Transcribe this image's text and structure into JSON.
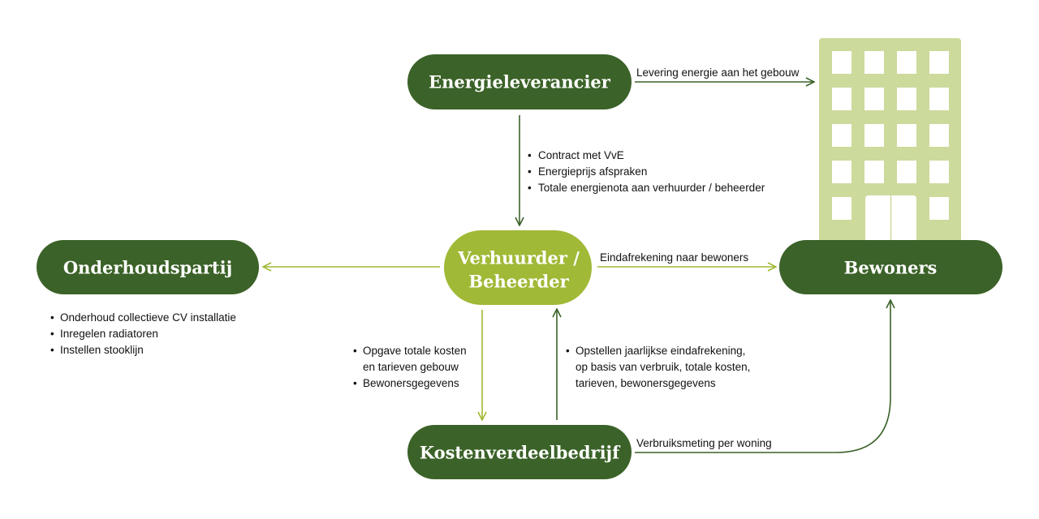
{
  "colors": {
    "dark_green": "#3b6228",
    "light_green": "#a0b936",
    "building": "#ccda9b",
    "window": "#ffffff"
  },
  "nodes": {
    "energieleverancier": "Energieleverancier",
    "verhuurder_line1": "Verhuurder /",
    "verhuurder_line2": "Beheerder",
    "onderhoudspartij": "Onderhoudspartij",
    "bewoners": "Bewoners",
    "kostenverdeelbedrijf": "Kostenverdeelbedrijf"
  },
  "edges": {
    "levering": "Levering energie aan het gebouw",
    "eindafrekening": "Eindafrekening naar bewoners",
    "verbruiksmeting": "Verbruiksmeting per woning"
  },
  "lists": {
    "contract": [
      "Contract met VvE",
      "Energieprijs afspraken",
      "Totale energienota aan verhuurder / beheerder"
    ],
    "onderhoud": [
      "Onderhoud collectieve CV installatie",
      "Inregelen radiatoren",
      "Instellen stooklijn"
    ],
    "opgave_lines": [
      "Opgave totale kosten",
      "en tarieven gebouw",
      "Bewonersgegevens"
    ],
    "opstellen_lines": [
      "Opstellen jaarlijkse eindafrekening,",
      "op basis van verbruik, totale kosten,",
      "tarieven, bewonersgegevens"
    ]
  }
}
